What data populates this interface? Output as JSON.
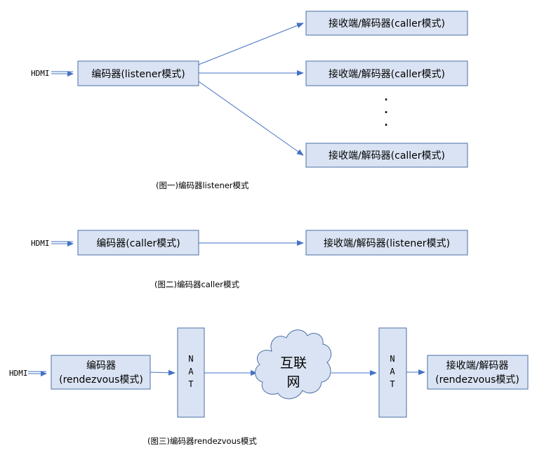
{
  "diagram1": {
    "hdmi": "HDMI",
    "encoder": "编码器(listener模式)",
    "receiver": "接收端/解码器(caller模式)",
    "ellipsis": ".",
    "caption": "(图一)编码器listener模式"
  },
  "diagram2": {
    "hdmi": "HDMI",
    "encoder": "编码器(caller模式)",
    "receiver": "接收端/解码器(listener模式)",
    "caption": "(图二)编码器caller模式"
  },
  "diagram3": {
    "hdmi": "HDMI",
    "encoder_line1": "编码器",
    "encoder_line2": "(rendezvous模式)",
    "nat_letters": [
      "N",
      "A",
      "T"
    ],
    "cloud_line1": "互联",
    "cloud_line2": "网",
    "receiver_line1": "接收端/解码器",
    "receiver_line2": "(rendezvous模式)",
    "caption": "(图三)编码器rendezvous模式"
  },
  "colors": {
    "box_fill": "#dae3f3",
    "box_stroke": "#4a6fa5",
    "arrow": "#4472c4"
  }
}
